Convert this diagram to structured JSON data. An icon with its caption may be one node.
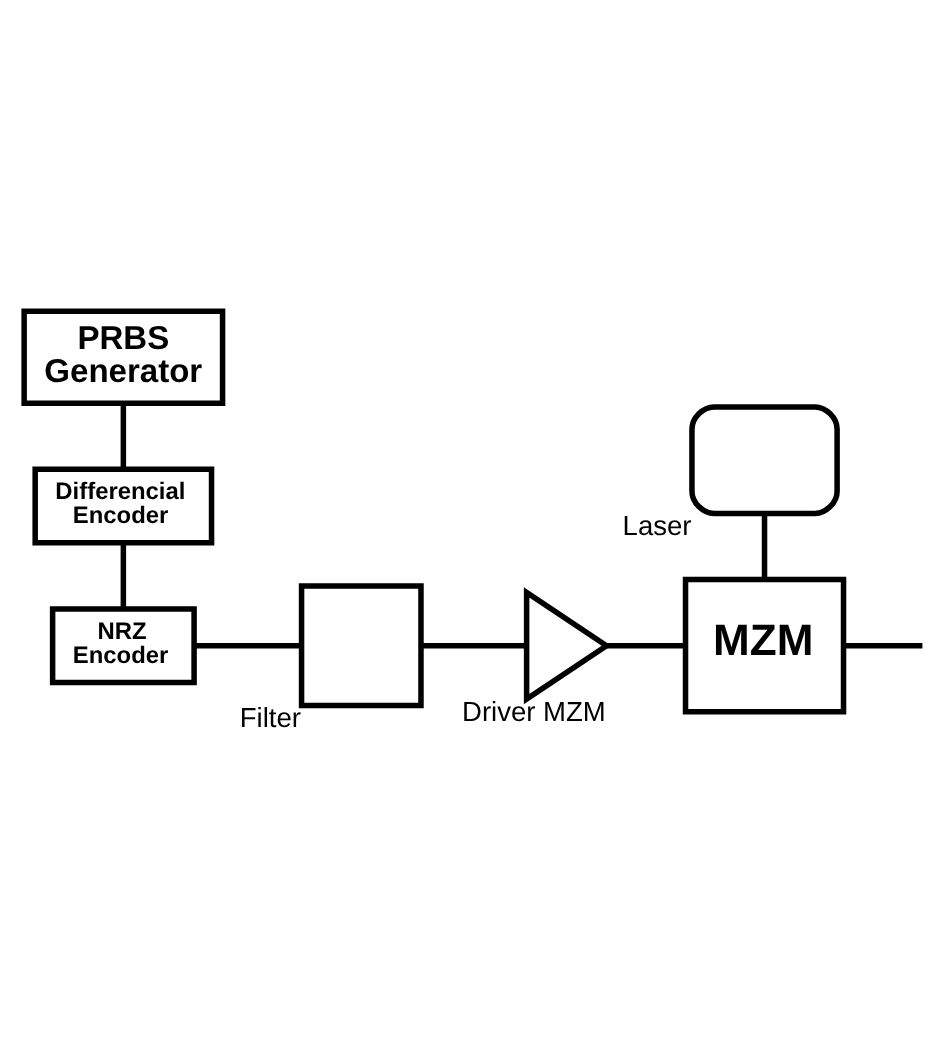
{
  "diagram": {
    "nodes": [
      {
        "text": [
          "PRBS Generator"
        ]
      },
      {
        "text": [
          "Differencial Encoder"
        ]
      },
      {
        "text": [
          "NRZ Encoder"
        ]
      },
      {
        "text": [
          "Filter"
        ]
      },
      {
        "text": [
          "Driver MZM"
        ]
      },
      {
        "text": [
          "Laser"
        ]
      },
      {
        "text": [
          "MZM"
        ]
      }
    ],
    "edges": [
      {
        "from": 0,
        "to": 1,
        "arrow": "none"
      },
      {
        "from": 1,
        "to": 2,
        "arrow": "none"
      },
      {
        "from": 2,
        "to": 3,
        "arrow": "none"
      },
      {
        "from": 3,
        "to": 4,
        "arrow": "none"
      },
      {
        "from": 4,
        "to": 6,
        "arrow": "none"
      },
      {
        "from": 5,
        "to": 6,
        "arrow": "none"
      },
      {
        "from": 6,
        "to": null,
        "arrow": "none"
      }
    ]
  }
}
